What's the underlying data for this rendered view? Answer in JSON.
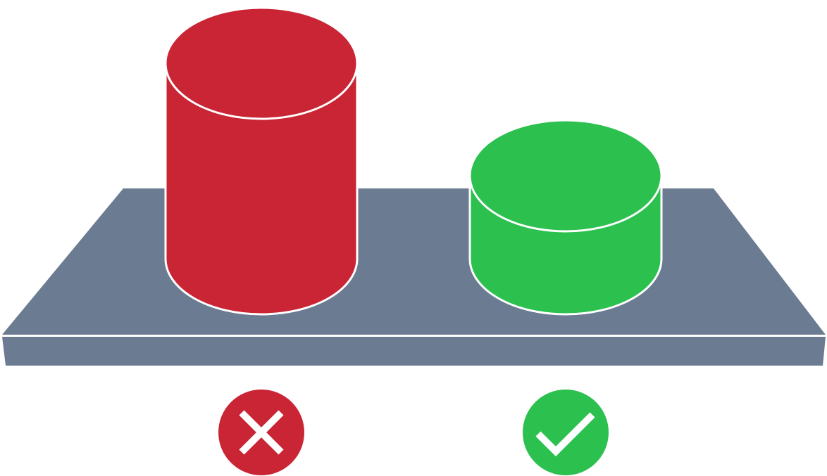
{
  "colors": {
    "background": "#ffffff",
    "platform": "#6b7b92",
    "bad": "#c92535",
    "good": "#2cc04f",
    "outline": "#ffffff"
  },
  "diagram": {
    "platform": {
      "icon": "shelf-platform"
    },
    "items": [
      {
        "id": "tall-cylinder",
        "status": "bad",
        "relative_height": "tall",
        "icon": "cylinder-icon"
      },
      {
        "id": "short-cylinder",
        "status": "good",
        "relative_height": "short",
        "icon": "cylinder-icon"
      }
    ],
    "status_marks": [
      {
        "icon": "cross-icon",
        "status": "bad"
      },
      {
        "icon": "check-icon",
        "status": "good"
      }
    ]
  }
}
